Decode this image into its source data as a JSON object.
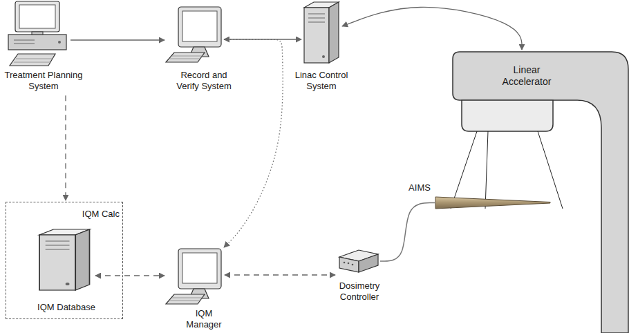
{
  "diagram": {
    "nodes": [
      {
        "text": [
          "Treatment Planning System"
        ]
      },
      {
        "text": [
          "Record and Verify System"
        ]
      },
      {
        "text": [
          "Linac Control System"
        ]
      },
      {
        "text": [
          "Linear Accelerator"
        ]
      },
      {
        "text": [
          "AIMS"
        ]
      },
      {
        "text": [
          "IQM Calc"
        ]
      },
      {
        "text": [
          "IQM Database"
        ],
        "in": 5
      },
      {
        "text": [
          "IQM Manager"
        ]
      },
      {
        "text": [
          "Dosimetry Controller"
        ]
      }
    ],
    "edges": [
      {
        "from": 0,
        "to": 1,
        "arrow": "to"
      },
      {
        "from": 1,
        "to": 2,
        "arrow": "both"
      },
      {
        "from": 2,
        "to": 3,
        "arrow": "both"
      },
      {
        "from": 1,
        "to": 7,
        "arrow": "to"
      },
      {
        "from": 0,
        "to": 5,
        "arrow": "to"
      },
      {
        "from": 6,
        "to": 7,
        "arrow": "both"
      },
      {
        "from": 7,
        "to": 8,
        "arrow": "both"
      },
      {
        "from": 4,
        "to": 8,
        "arrow": "none"
      }
    ]
  }
}
